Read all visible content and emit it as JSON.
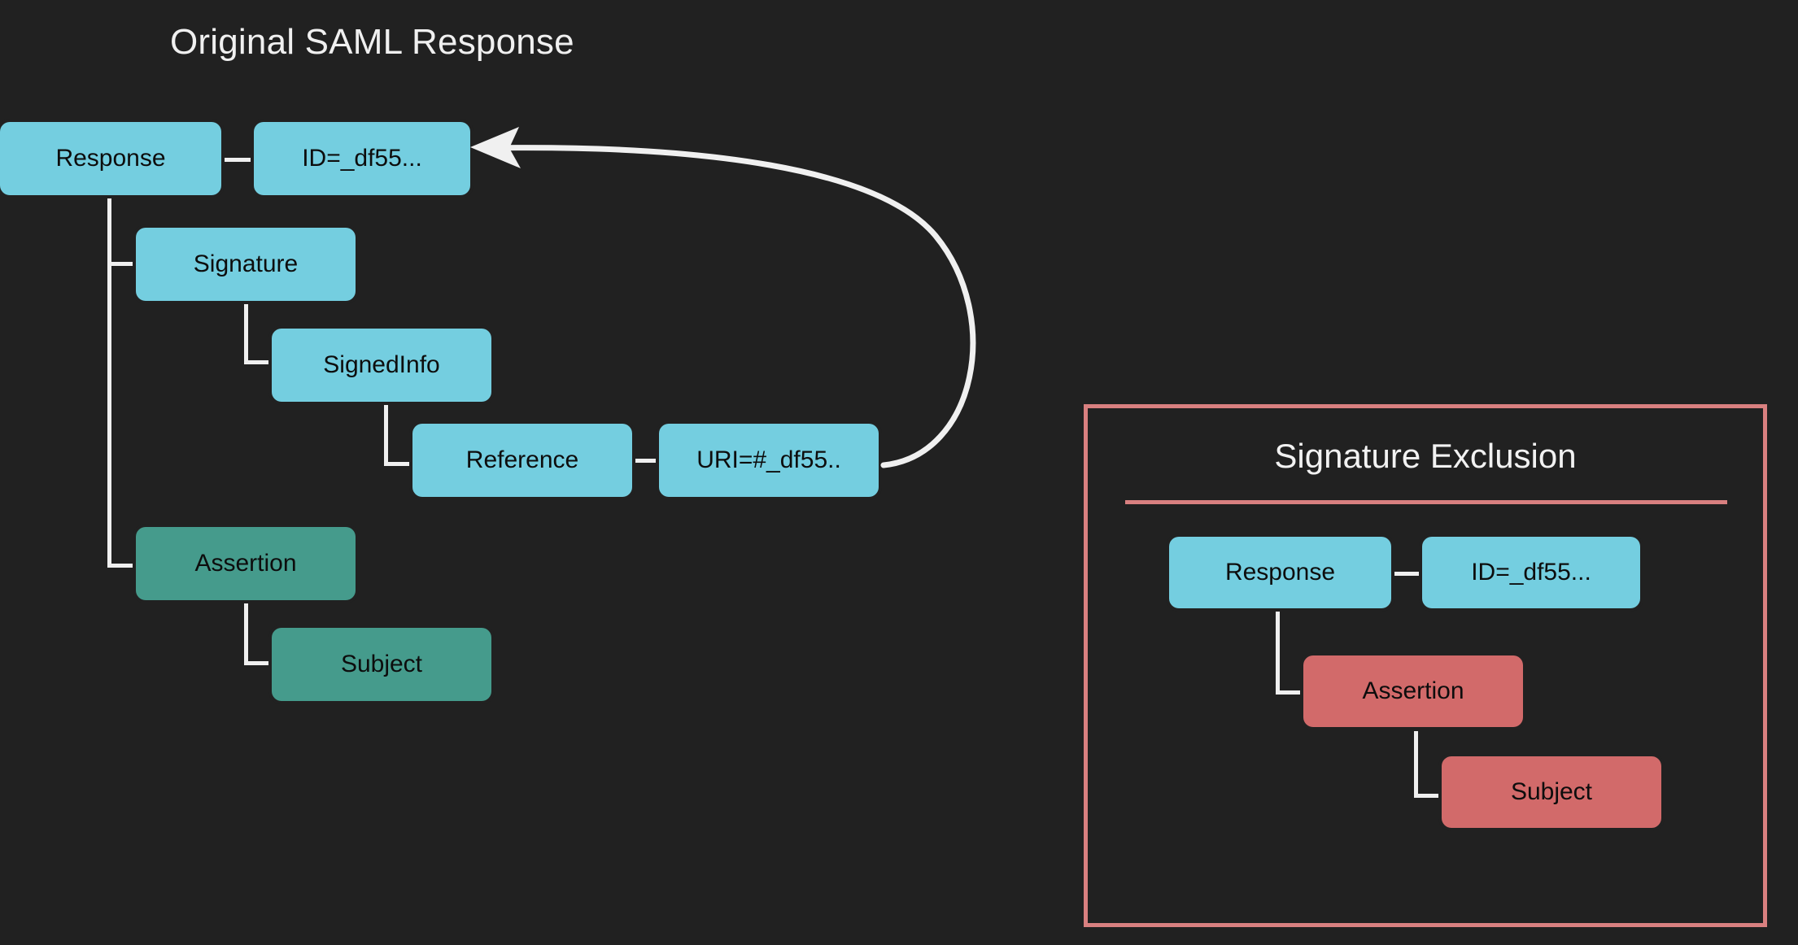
{
  "meta": {
    "background_color": "#212121",
    "line_color": "#f0f0f0",
    "node_blue": "#74cee0",
    "node_teal": "#459b8c",
    "node_red": "#d26a6a",
    "panel_border": "#d98080"
  },
  "left_diagram": {
    "title": "Original SAML Response",
    "nodes": {
      "response": "Response",
      "id_attr": "ID=_df55...",
      "signature": "Signature",
      "signed_info": "SignedInfo",
      "reference": "Reference",
      "uri_attr": "URI=#_df55..",
      "assertion": "Assertion",
      "subject": "Subject"
    }
  },
  "right_panel": {
    "title": "Signature Exclusion",
    "nodes": {
      "response": "Response",
      "id_attr": "ID=_df55...",
      "assertion": "Assertion",
      "subject": "Subject"
    }
  }
}
